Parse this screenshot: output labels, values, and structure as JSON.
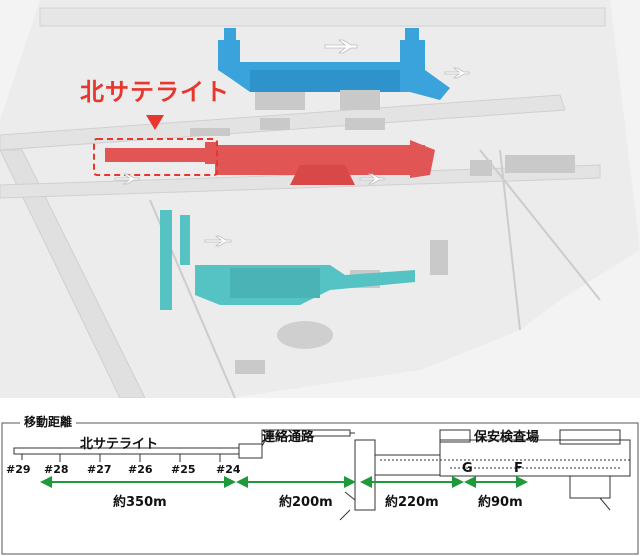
{
  "map": {
    "callout_label": "北サテライト",
    "colors": {
      "north_terminal": "#3aa3dc",
      "north_satellite": "#e25555",
      "south_terminal": "#55c2c4",
      "highlight_box": "#e8352e",
      "ground": "#f2f2f2",
      "runway": "#e4e4e4"
    }
  },
  "plan": {
    "section_title": "移動距離",
    "areas": {
      "satellite": "北サテライト",
      "connector": "連絡通路",
      "security": "保安検査場"
    },
    "gates": [
      "#29",
      "#28",
      "#27",
      "#26",
      "#25",
      "#24"
    ],
    "gate_letters": [
      "G",
      "F"
    ],
    "distances": [
      "約350m",
      "約200m",
      "約220m",
      "約90m"
    ],
    "arrow_color": "#1f9a3a"
  }
}
